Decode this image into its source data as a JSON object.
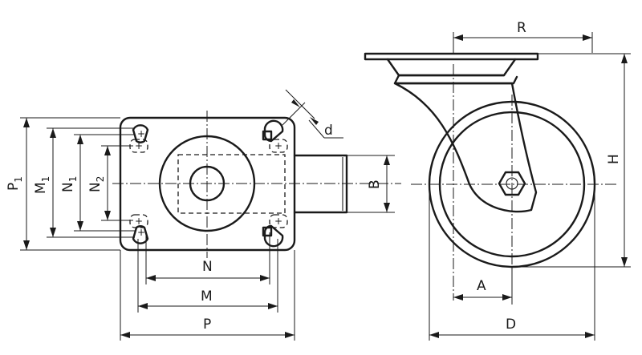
{
  "labels": {
    "P1": {
      "main": "P",
      "sub": "1"
    },
    "M1": {
      "main": "M",
      "sub": "1"
    },
    "N1": {
      "main": "N",
      "sub": "1"
    },
    "N2": {
      "main": "N",
      "sub": "2"
    },
    "N": "N",
    "M": "M",
    "P": "P",
    "d": "d",
    "B": "B",
    "R": "R",
    "H": "H",
    "A": "A",
    "D": "D"
  }
}
